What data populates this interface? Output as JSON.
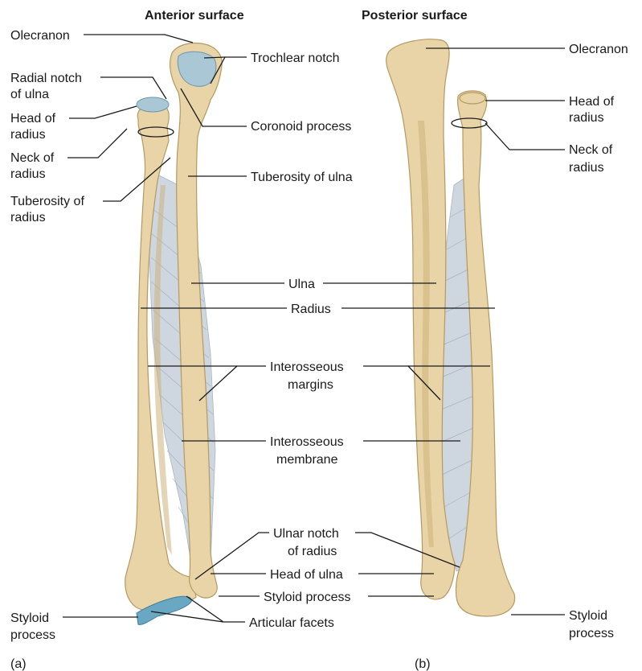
{
  "headings": {
    "anterior": "Anterior surface",
    "posterior": "Posterior surface"
  },
  "panels": {
    "a": "(a)",
    "b": "(b)"
  },
  "labels": {
    "olecranon_a": "Olecranon",
    "radial_notch_1": "Radial notch",
    "radial_notch_2": "of ulna",
    "head_radius_a_1": "Head of",
    "head_radius_a_2": "radius",
    "neck_radius_a_1": "Neck of",
    "neck_radius_a_2": "radius",
    "tuberosity_radius_1": "Tuberosity of",
    "tuberosity_radius_2": "radius",
    "styloid_left_1": "Styloid",
    "styloid_left_2": "process",
    "trochlear_notch": "Trochlear notch",
    "coronoid_process": "Coronoid process",
    "tuberosity_ulna": "Tuberosity of ulna",
    "ulna": "Ulna",
    "radius": "Radius",
    "interosseous_margins_1": "Interosseous",
    "interosseous_margins_2": "margins",
    "interosseous_membrane_1": "Interosseous",
    "interosseous_membrane_2": "membrane",
    "ulnar_notch_1": "Ulnar notch",
    "ulnar_notch_2": "of radius",
    "head_ulna": "Head of ulna",
    "styloid_center": "Styloid process",
    "articular_facets": "Articular facets",
    "olecranon_b": "Olecranon",
    "head_radius_b_1": "Head of",
    "head_radius_b_2": "radius",
    "neck_radius_b_1": "Neck of",
    "neck_radius_b_2": "radius",
    "styloid_right_1": "Styloid",
    "styloid_right_2": "process"
  },
  "colors": {
    "bone": "#e8d4a6",
    "membrane": "#c9d3dc",
    "cartilage": "#a9c7d4",
    "articular_facet": "#6aa7c2"
  }
}
